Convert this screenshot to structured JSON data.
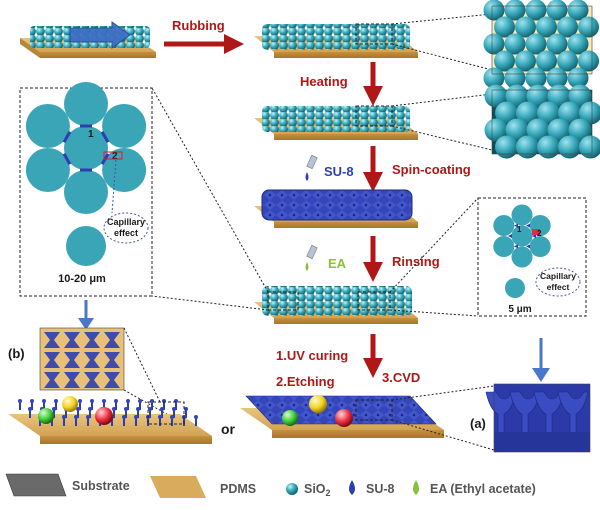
{
  "steps": {
    "rubbing": "Rubbing",
    "heating": "Heating",
    "spin_coating": "Spin-coating",
    "rinsing": "Rinsing",
    "uv_curing": "1.UV curing",
    "etching": "2.Etching",
    "cvd": "3.CVD"
  },
  "reagents": {
    "su8": "SU-8",
    "ea": "EA"
  },
  "left_inset": {
    "node1": "1",
    "node2": "2",
    "capillary": [
      "Capillary",
      "effect"
    ],
    "scale": "10-20 μm"
  },
  "right_inset": {
    "node1": "1",
    "node2": "2",
    "capillary": [
      "Capillary",
      "effect"
    ],
    "scale": "5 μm"
  },
  "panels": {
    "b": "(b)",
    "a": "(a)",
    "or": "or"
  },
  "legend": {
    "substrate": "Substrate",
    "pdms": "PDMS",
    "sio2_base": "SiO",
    "sio2_sub": "2",
    "su8": "SU-8",
    "ea": "EA (Ethyl acetate)"
  },
  "colors": {
    "arrow": "#b01818",
    "sphere": "#3fb3c4",
    "su8": "#2d3fb0",
    "ea": "#8cbf3a",
    "pdms": "#d8ac5c",
    "substrate": "#6e6e6e"
  }
}
